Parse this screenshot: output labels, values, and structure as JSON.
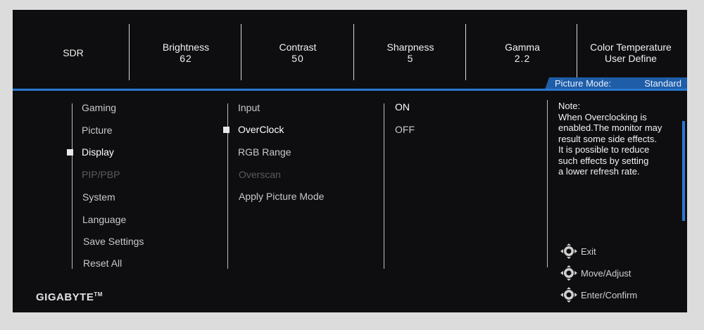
{
  "status_bar": {
    "mode": "SDR",
    "brightness": {
      "label": "Brightness",
      "value": "62"
    },
    "contrast": {
      "label": "Contrast",
      "value": "50"
    },
    "sharpness": {
      "label": "Sharpness",
      "value": "5"
    },
    "gamma": {
      "label": "Gamma",
      "value": "2.2"
    },
    "color_temperature": {
      "label": "Color Temperature",
      "value": "User Define"
    }
  },
  "picture_mode": {
    "label": "Picture Mode:",
    "value": "Standard"
  },
  "main_menu": [
    "Gaming",
    "Picture",
    "Display",
    "PIP/PBP",
    "System",
    "Language",
    "Save Settings",
    "Reset All"
  ],
  "main_menu_selected": "Display",
  "sub_menu": [
    "Input",
    "OverClock",
    "RGB Range",
    "Overscan",
    "Apply Picture Mode"
  ],
  "sub_menu_selected": "OverClock",
  "options": [
    "ON",
    "OFF"
  ],
  "options_selected": "ON",
  "note": {
    "title": "Note:",
    "lines": [
      "When Overclocking is",
      "enabled.The monitor may",
      "result some side effects.",
      "It is possible to reduce",
      "such effects by setting",
      "a lower refresh rate."
    ]
  },
  "hints": {
    "exit": "Exit",
    "move": "Move/Adjust",
    "enter": "Enter/Confirm"
  },
  "brand": {
    "name": "GIGABYTE",
    "tm": "TM"
  },
  "colors": {
    "accent": "#2a78d2",
    "panel": "#0e0e10"
  }
}
